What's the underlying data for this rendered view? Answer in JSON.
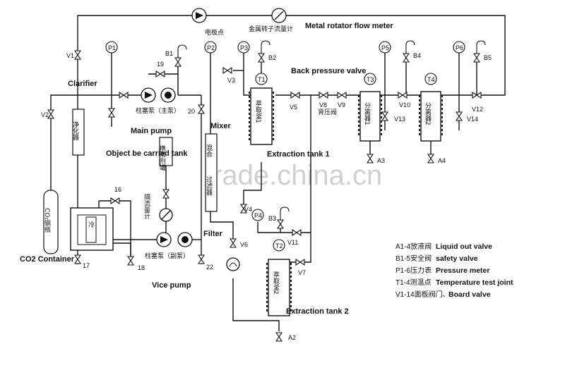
{
  "top": {
    "flow_meter_cn": "金属转子流量计",
    "flow_meter_en": "Metal rotator flow meter",
    "electrode_cn": "电极点"
  },
  "components": {
    "clarifier": "Clarifier",
    "clarifier_cn": "净化器",
    "co2_container": "CO2 Container",
    "co2_cn": "CO₂钢瓶",
    "main_pump": "Main pump",
    "main_pump_cn": "柱塞泵（主泵）",
    "object_tank": "Object be carried tank",
    "object_tank_cn": "携带剂罐",
    "vice_pump": "Vice pump",
    "vice_pump_cn": "柱塞泵（副泵）",
    "vice_flowmeter_cn": "隔流量计",
    "mixer": "Mixer",
    "mixer_cn": "混合",
    "filter": "Filter",
    "filter_cn": "过滤器",
    "back_pressure_valve": "Back pressure valve",
    "back_pressure_cn": "背压阀",
    "extraction_tank_1": "Extraction tank 1",
    "extraction_tank_2": "Extraction tank 2",
    "extraction_cn_1": "萃取釜1",
    "extraction_cn_2": "萃取釜2",
    "separator_1_cn": "分离器1",
    "separator_2_cn": "分离器2",
    "cooler_cn": "冷"
  },
  "instruments": {
    "p1": "P1",
    "p2": "P2",
    "p3": "P3",
    "p4": "P4",
    "p5": "P5",
    "p6": "P6",
    "t1": "T1",
    "t2": "T2",
    "t3": "T3",
    "t4": "T4",
    "b1": "B1",
    "b2": "B2",
    "b3": "B3",
    "b4": "B4",
    "b5": "B5",
    "a2": "A2",
    "a3": "A3",
    "a4": "A4"
  },
  "valves": {
    "v1": "V1",
    "v2": "V2",
    "v3": "V3",
    "v4": "V4",
    "v5": "V5",
    "v6": "V6",
    "v7": "V7",
    "v8": "V8",
    "v9": "V9",
    "v10": "V10",
    "v11": "V11",
    "v12": "V12",
    "v13": "V13",
    "v14": "V14",
    "v16": "16",
    "v17": "17",
    "v18": "18",
    "v19": "19",
    "v20": "20",
    "v22": "22"
  },
  "legend": [
    {
      "code": "A1-4放液阀",
      "label": "Liquid out valve"
    },
    {
      "code": "B1-5安全阀",
      "label": "safety valve"
    },
    {
      "code": "P1-6压力表",
      "label": "Pressure meter"
    },
    {
      "code": "T1-4测温点",
      "label": "Temperature test joint"
    },
    {
      "code": "V1-14面板阀门、",
      "label": "Board valve"
    }
  ],
  "watermark": "trade.china.cn"
}
